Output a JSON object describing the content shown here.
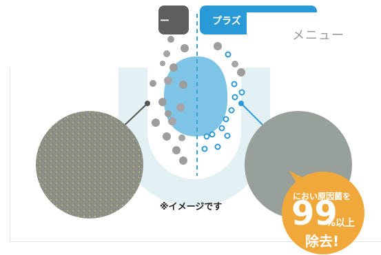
{
  "tabs": {
    "left_label": "ー",
    "right_label": "プラズ"
  },
  "menu": {
    "label": "メニュー"
  },
  "caption": "※イメージです",
  "badge": {
    "line1": "におい原因菌を",
    "number": "99",
    "percent_suffix": "%以上",
    "line3": "除去!"
  },
  "colors": {
    "tab_left": "#5e5e5e",
    "tab_right": "#2a9ad6",
    "badge": "#f0a83a",
    "droplet": "#7ec4e6",
    "u_shape": "#e3f0f4"
  }
}
